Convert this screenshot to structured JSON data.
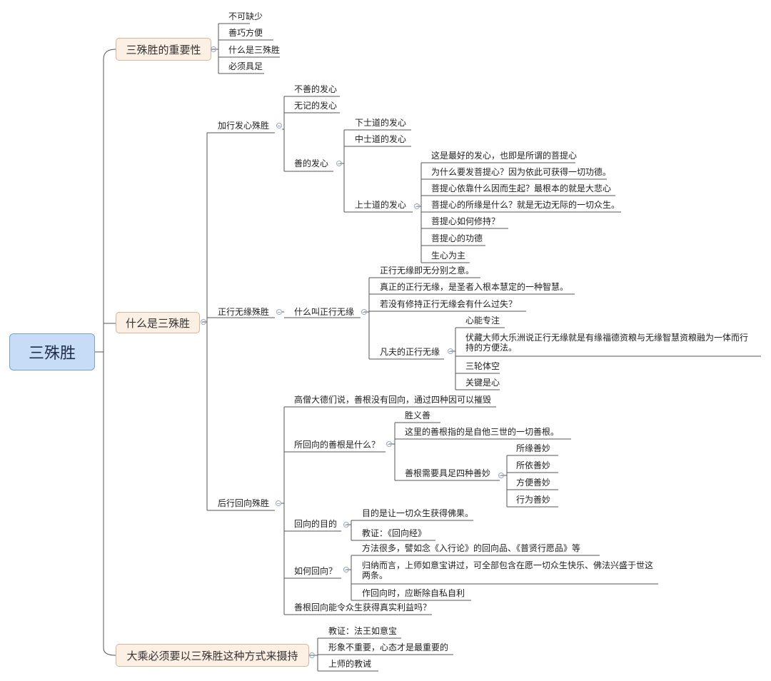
{
  "root": "三殊胜",
  "b1": {
    "label": "三殊胜的重要性",
    "children": [
      "不可缺少",
      "善巧方便",
      "什么是三殊胜",
      "必须具足"
    ]
  },
  "b2": {
    "label": "什么是三殊胜",
    "jiaxing": {
      "label": "加行发心殊胜",
      "bushan": "不善的发心",
      "wuji": "无记的发心",
      "shan": {
        "label": "善的发心",
        "xiashi": "下士道的发心",
        "zhongshi": "中士道的发心",
        "shangshi": {
          "label": "上士道的发心",
          "items": [
            "这是最好的发心，也即是所谓的菩提心",
            "为什么要发菩提心？因为依此可获得一切功德。",
            "菩提心依靠什么因而生起？最根本的就是大悲心",
            "菩提心的所缘是什么？就是无边无际的一切众生。",
            "菩提心如何修持？",
            "菩提心的功德",
            "生心为主"
          ]
        }
      }
    },
    "zhengxing": {
      "label": "正行无缘殊胜",
      "what": {
        "label": "什么叫正行无缘",
        "items": [
          "正行无缘即无分别之意。",
          "真正的正行无缘，是圣者入根本慧定的一种智慧。",
          "若没有修持正行无缘会有什么过失？"
        ],
        "fanfu": {
          "label": "凡夫的正行无缘",
          "items": [
            "心能专注",
            "伏藏大师大乐洲说正行无缘就是有缘福德资粮与无缘智慧资粮融为一体而行持的方便法。",
            "三轮体空",
            "关键是心"
          ]
        }
      }
    },
    "houxing": {
      "label": "后行回向殊胜",
      "gaoseng": "高僧大德们说，善根没有回向，通过四种因可以摧毁",
      "suohuixiang": {
        "label": "所回向的善根是什么？",
        "shengyi": "胜义善",
        "zheli": "这里的善根指的是自他三世的一切善根。",
        "sizhong": {
          "label": "善根需要具足四种善妙",
          "items": [
            "所缘善妙",
            "所依善妙",
            "方便善妙",
            "行为善妙"
          ]
        }
      },
      "mudi": {
        "label": "回向的目的",
        "items": [
          "目的是让一切众生获得佛果。",
          "教证：《回向经》"
        ]
      },
      "ruhe": {
        "label": "如何回向？",
        "items": [
          "方法很多，譬如念《入行论》的回向品、《普贤行愿品》等",
          "归纳而言，上师如意宝讲过，可全部包含在愿一切众生快乐、佛法兴盛于世这两条。",
          "作回向时，应断除自私自利"
        ]
      },
      "shangen": "善根回向能令众生获得真实利益吗？"
    }
  },
  "b3": {
    "label": "大乘必须要以三殊胜这种方式来摄持",
    "children": [
      "教证：法王如意宝",
      "形象不重要，心态才是最重要的",
      "上师的教诫"
    ]
  }
}
